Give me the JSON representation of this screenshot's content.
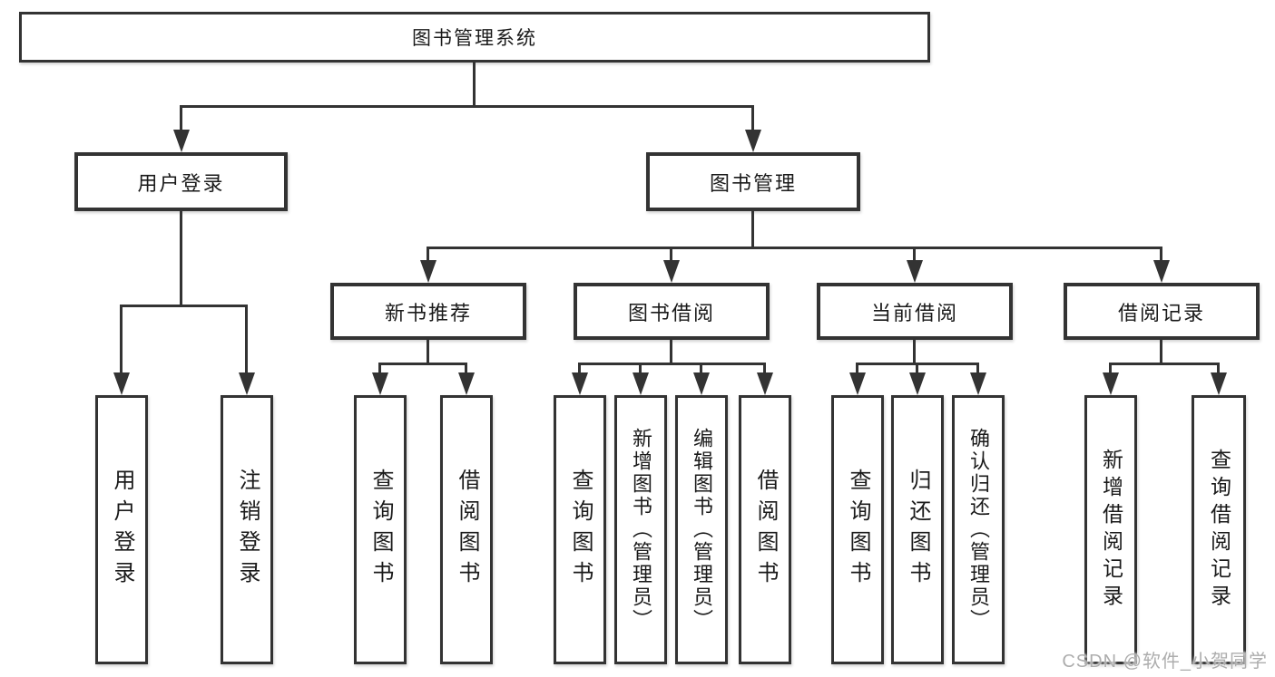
{
  "tree": {
    "label": "图书管理系统",
    "children": [
      {
        "label": "用户登录",
        "children": [
          {
            "label": "用户登录"
          },
          {
            "label": "注销登录"
          }
        ]
      },
      {
        "label": "图书管理",
        "children": [
          {
            "label": "新书推荐",
            "children": [
              {
                "label": "查询图书"
              },
              {
                "label": "借阅图书"
              }
            ]
          },
          {
            "label": "图书借阅",
            "children": [
              {
                "label": "查询图书"
              },
              {
                "label": "新增图书（管理员）"
              },
              {
                "label": "编辑图书（管理员）"
              },
              {
                "label": "借阅图书"
              }
            ]
          },
          {
            "label": "当前借阅",
            "children": [
              {
                "label": "查询图书"
              },
              {
                "label": "归还图书"
              },
              {
                "label": "确认归还（管理员）"
              }
            ]
          },
          {
            "label": "借阅记录",
            "children": [
              {
                "label": "新增借阅记录"
              },
              {
                "label": "查询借阅记录"
              }
            ]
          }
        ]
      }
    ]
  },
  "watermark": "CSDN @软件_小贺同学",
  "colors": {
    "line": "#333333",
    "box_border": "#333333",
    "text": "#1a1a1a",
    "watermark": "#adadad",
    "background": "#ffffff"
  }
}
